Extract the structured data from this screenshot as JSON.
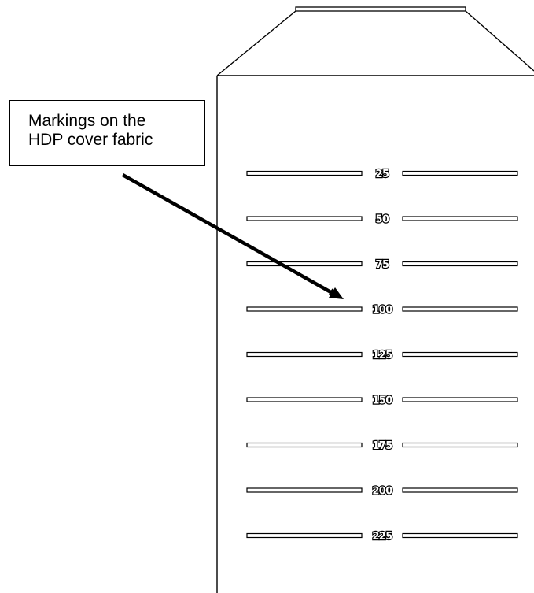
{
  "callout": {
    "line1": "Markings on the",
    "line2": "HDP cover fabric"
  },
  "markings": [
    "25",
    "50",
    "75",
    "100",
    "125",
    "150",
    "175",
    "200",
    "225"
  ]
}
